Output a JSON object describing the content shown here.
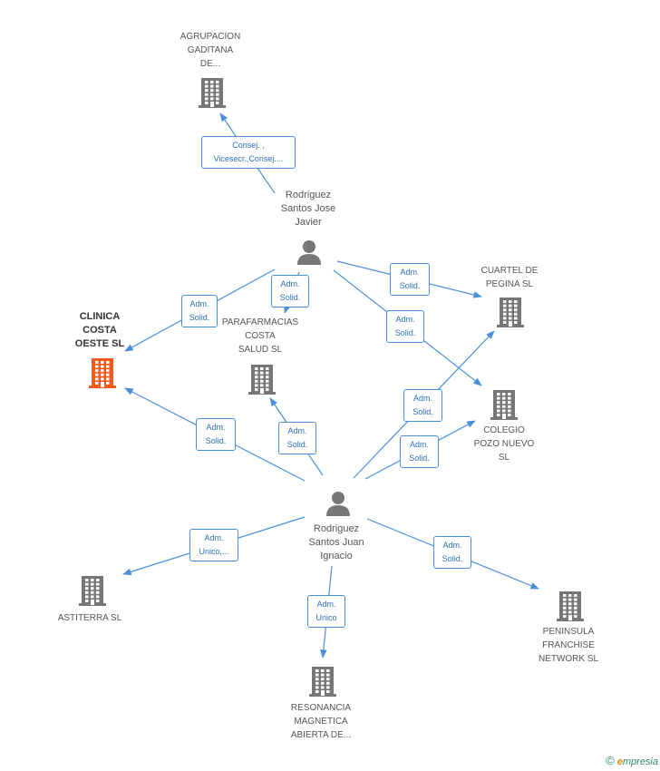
{
  "colors": {
    "edge": "#4a8fd8",
    "building": "#777777",
    "focus": "#f25a1e",
    "person": "#777777"
  },
  "nodes": {
    "agrupacion": {
      "lines": [
        "AGRUPACION",
        "GADITANA",
        "DE..."
      ],
      "icon": "building-icon"
    },
    "clinica": {
      "lines": [
        "CLINICA",
        "COSTA",
        "OESTE SL"
      ],
      "icon": "building-icon-focus"
    },
    "parafarmacias": {
      "lines": [
        "PARAFARMACIAS",
        "COSTA",
        "SALUD  SL"
      ],
      "icon": "building-icon"
    },
    "cuartel": {
      "lines": [
        "CUARTEL DE",
        "PEGINA  SL"
      ],
      "icon": "building-icon"
    },
    "colegio": {
      "lines": [
        "COLEGIO",
        "POZO NUEVO",
        "SL"
      ],
      "icon": "building-icon"
    },
    "astiterra": {
      "lines": [
        "ASTITERRA SL"
      ],
      "icon": "building-icon"
    },
    "resonancia": {
      "lines": [
        "RESONANCIA",
        "MAGNETICA",
        "ABIERTA DE..."
      ],
      "icon": "building-icon"
    },
    "peninsula": {
      "lines": [
        "PENINSULA",
        "FRANCHISE",
        "NETWORK  SL"
      ],
      "icon": "building-icon"
    },
    "jose": {
      "lines": [
        "Rodriguez",
        "Santos Jose",
        "Javier"
      ],
      "icon": "person-icon"
    },
    "ignacio": {
      "lines": [
        "Rodriguez",
        "Santos Juan",
        "Ignacio"
      ],
      "icon": "person-icon"
    }
  },
  "edges": [
    {
      "id": "jose-agrupacion",
      "lines": [
        "Consej. ,",
        "Vicesecr.,Consej...."
      ]
    },
    {
      "id": "jose-clinica",
      "lines": [
        "Adm.",
        "Solid."
      ]
    },
    {
      "id": "jose-parafarmacias",
      "lines": [
        "Adm.",
        "Solid."
      ]
    },
    {
      "id": "jose-cuartel",
      "lines": [
        "Adm.",
        "Solid."
      ]
    },
    {
      "id": "jose-colegio",
      "lines": [
        "Adm.",
        "Solid."
      ]
    },
    {
      "id": "ignacio-clinica",
      "lines": [
        "Adm.",
        "Solid."
      ]
    },
    {
      "id": "ignacio-parafarmacias",
      "lines": [
        "Adm.",
        "Solid."
      ]
    },
    {
      "id": "ignacio-cuartel",
      "lines": [
        "Adm.",
        "Solid."
      ]
    },
    {
      "id": "ignacio-colegio",
      "lines": [
        "Adm.",
        "Solid."
      ]
    },
    {
      "id": "ignacio-astiterra",
      "lines": [
        "Adm.",
        "Unico,..."
      ]
    },
    {
      "id": "ignacio-resonancia",
      "lines": [
        "Adm.",
        "Unico"
      ]
    },
    {
      "id": "ignacio-peninsula",
      "lines": [
        "Adm.",
        "Solid."
      ]
    }
  ],
  "footer": {
    "copyright": "©",
    "brand_initial": "e",
    "brand_rest": "mpresia"
  }
}
